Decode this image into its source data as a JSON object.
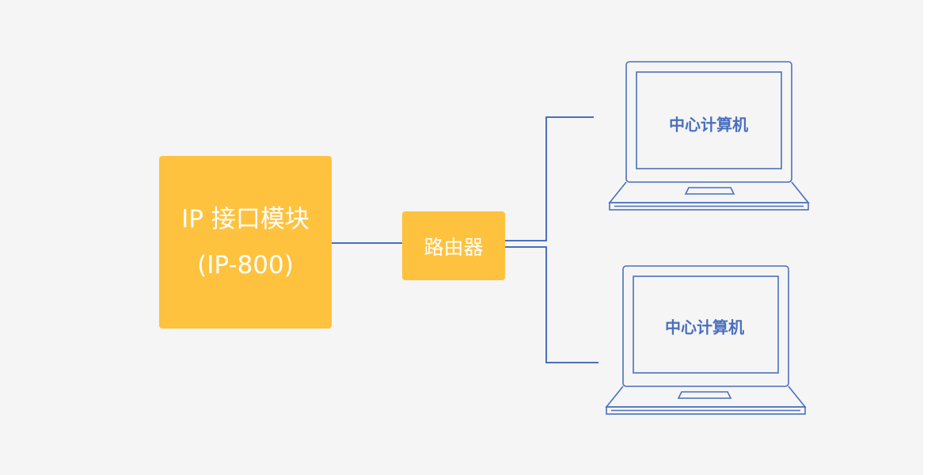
{
  "colors": {
    "background": "#f5f5f5",
    "device_fill": "#ffc23e",
    "device_text": "#ffffff",
    "line": "#4a6fbe"
  },
  "ip_module": {
    "line1": "IP 接口模块",
    "line2": "(IP-800)"
  },
  "router": {
    "label": "路由器"
  },
  "computers": [
    {
      "label": "中心计算机",
      "icon": "laptop-icon"
    },
    {
      "label": "中心计算机",
      "icon": "laptop-icon"
    }
  ]
}
